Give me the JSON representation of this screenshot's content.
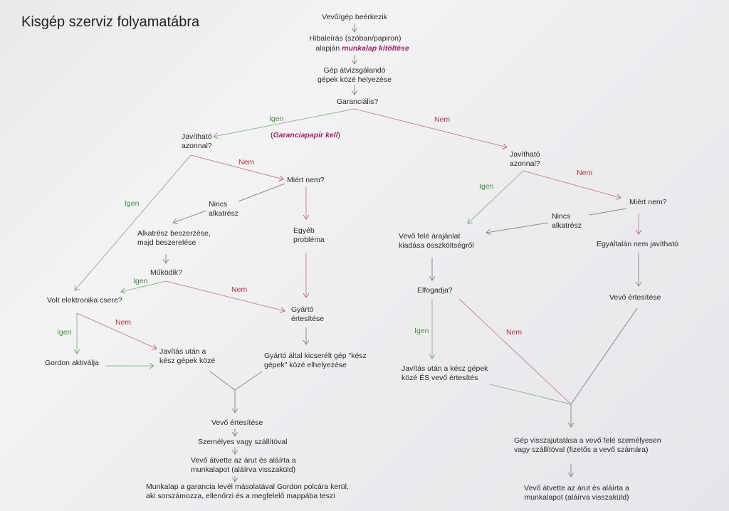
{
  "title": "Kisgép szerviz folyamatábra",
  "nodes": {
    "n1": "Vevő/gép beérkezik",
    "n2a": "Hibaleírás (szóban/papiron)",
    "n2b_pre": "alapján ",
    "n2b_em": "munkalap kitöltése",
    "n3": "Gép átvizsgálandó\ngépek közé helyezése",
    "n4": "Garanciális?",
    "garancia_note_open": "(",
    "garancia_note_em": "Garanciapapír kell",
    "garancia_note_close": ")",
    "l_javithato": "Javítható\nazonnal?",
    "l_miert": "Miért nem?",
    "l_nincs": "Nincs\nalkatrész",
    "l_beszerzes": "Alkatrész beszerzése,\nmajd beszerelése",
    "l_egyeb": "Egyéb\nprobléma",
    "l_mukodik": "Működik?",
    "l_volt": "Volt elektronika csere?",
    "l_gyarto": "Gyártó\nértesítése",
    "l_gordon": "Gordon aktiválja",
    "l_javitas": "Javítás után a\nkész gépek közé",
    "l_kicserelt": "Gyártó által kicserélt gép \"kész\ngépek\" közé elhelyezése",
    "l_vevo_ert": "Vevő értesítése",
    "l_szemelyes": "Személyes vagy szállítóval",
    "l_atvette": "Vevő átvette az árut és aláírta a\nmunkalapot (aláírva visszaküld)",
    "l_munkalap": "Munkalap a garancia levél másolatával Gordon polcára kerül,\naki sorszámozza, ellenőrzi és a megfelelő mappába teszi",
    "r_javithato": "Javítható\nazonnal?",
    "r_miert": "Miért nem?",
    "r_nincs": "Nincs\nalkatrész",
    "r_arajanlat": "Vevő felé árajánlat\nkiadása összköltségről",
    "r_egyaltalan": "Egyáltalán nem javítható",
    "r_elfogadja": "Elfogadja?",
    "r_vevo_ert": "Vevő értesítése",
    "r_javitas": "Javítás után a kész gépek\nközé ÉS vevő értesítés",
    "r_visszajut": "Gép visszajutatása a vevő felé személyesen\nvagy szállítóval (fizetős a vevő számára)",
    "r_atvette": "Vevő átvette az árut és aláírta a\nmunkalapot (aláírva visszaküld)"
  },
  "edge_labels": {
    "igen": "Igen",
    "nem": "Nem"
  },
  "colors": {
    "yes": "#3f8f3a",
    "no": "#b23040",
    "emphasis": "#a0206a",
    "neutral_line": "#8a8a8a",
    "green_line": "#8fb88a",
    "red_line": "#c98a96"
  }
}
